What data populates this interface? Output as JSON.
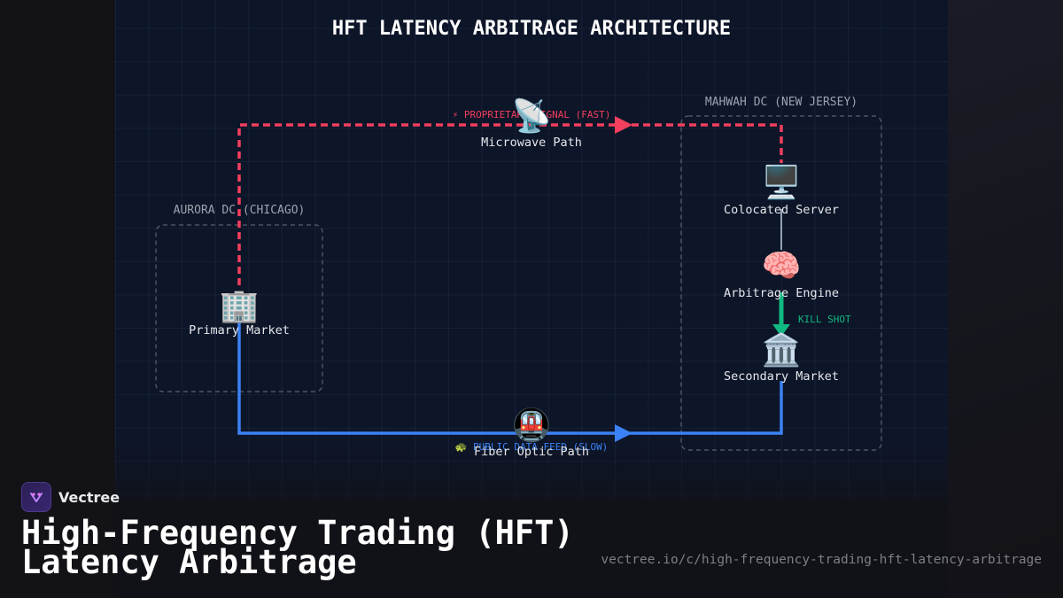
{
  "diagram": {
    "title": "HFT LATENCY ARBITRAGE ARCHITECTURE",
    "regions": {
      "aurora": "AURORA DC (CHICAGO)",
      "mahwah": "MAHWAH DC (NEW JERSEY)"
    },
    "nodes": {
      "primary_market": {
        "label": "Primary Market",
        "icon": "office-building-icon",
        "glyph": "🏢"
      },
      "microwave": {
        "label": "Microwave Path",
        "icon": "satellite-antenna-icon",
        "glyph": "📡"
      },
      "colocated_server": {
        "label": "Colocated Server",
        "icon": "desktop-computer-icon",
        "glyph": "🖥️"
      },
      "arbitrage_engine": {
        "label": "Arbitrage Engine",
        "icon": "brain-icon",
        "glyph": "🧠"
      },
      "secondary_market": {
        "label": "Secondary Market",
        "icon": "classical-building-icon",
        "glyph": "🏛️"
      },
      "fiber_optic": {
        "label": "Fiber Optic Path",
        "icon": "metro-train-icon",
        "glyph": "🚇"
      }
    },
    "edges": {
      "fast_signal": "⚡ PROPRIETARY SIGNAL (FAST)",
      "slow_feed": "🐢 PUBLIC DATA FEED (SLOW)",
      "kill_shot": "KILL SHOT"
    },
    "colors": {
      "fast_path": "#f43f5e",
      "slow_path": "#3b82f6",
      "kill_shot": "#10b981",
      "connector": "#94a3b8",
      "region_border": "#4b5563"
    }
  },
  "footer": {
    "brand": "Vectree",
    "brand_icon": "vectree-logo-icon",
    "title_line1": "High-Frequency Trading (HFT)",
    "title_line2": "Latency Arbitrage",
    "url": "vectree.io/c/high-frequency-trading-hft-latency-arbitrage"
  }
}
